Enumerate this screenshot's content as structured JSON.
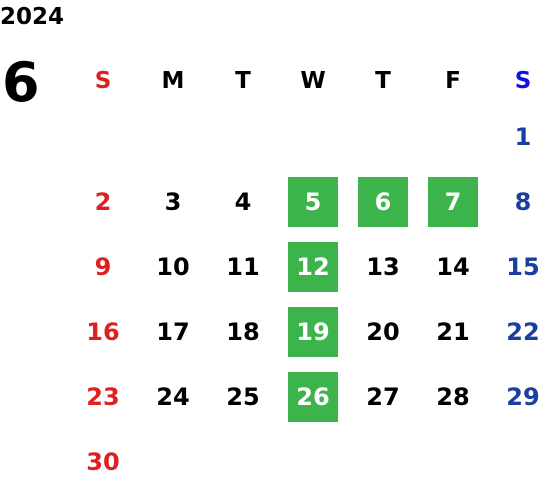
{
  "calendar": {
    "year": "2024",
    "month": "6",
    "weekdays": [
      "S",
      "M",
      "T",
      "W",
      "T",
      "F",
      "S"
    ],
    "first_weekday_index": 6,
    "days_in_month": 30,
    "highlighted_days": [
      5,
      6,
      7,
      12,
      19,
      26
    ],
    "colors": {
      "sunday": "#e02020",
      "saturday": "#1a3fa0",
      "saturday_header": "#1111dd",
      "weekday": "#000000",
      "highlight_bg": "#3cb34b",
      "highlight_text": "#ffffff"
    }
  }
}
